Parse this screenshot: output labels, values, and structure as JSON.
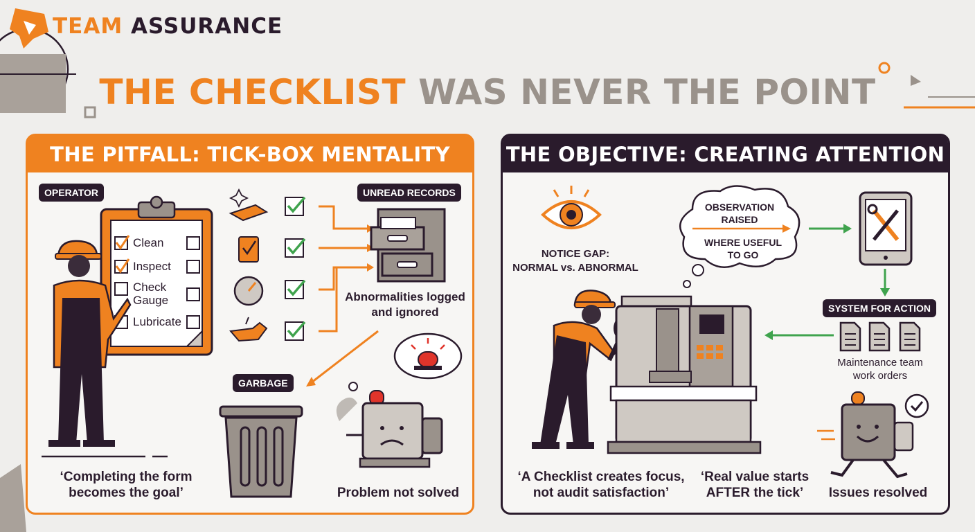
{
  "brand": {
    "name_part1": "TEAM",
    "name_part2": "ASSURANCE"
  },
  "title": {
    "highlight": "THE CHECKLIST",
    "rest": "WAS NEVER THE POINT"
  },
  "left_panel": {
    "heading": "THE PITFALL: TICK-BOX MENTALITY",
    "operator_tag": "OPERATOR",
    "checklist_items": [
      "Clean",
      "Inspect",
      "Check",
      "Gauge",
      "Lubricate"
    ],
    "unread_tag": "UNREAD RECORDS",
    "abnormalities_text": [
      "Abnormalities logged",
      "and ignored"
    ],
    "garbage_tag": "GARBAGE",
    "quote": [
      "‘Completing the form",
      "becomes the goal’"
    ],
    "problem_text": "Problem not solved"
  },
  "right_panel": {
    "heading": "THE OBJECTIVE: CREATING ATTENTION",
    "notice_text": [
      "NOTICE GAP:",
      "NORMAL vs. ABNORMAL"
    ],
    "observation_text": [
      "OBSERVATION",
      "RAISED"
    ],
    "where_text": [
      "WHERE USEFUL",
      "TO GO"
    ],
    "system_tag": "SYSTEM FOR ACTION",
    "maintenance_text": [
      "Maintenance team",
      "work orders"
    ],
    "quote1": [
      "‘A Checklist creates focus,",
      "not audit satisfaction’"
    ],
    "quote2": [
      "‘Real value starts",
      "AFTER the tick’"
    ],
    "resolved_text": "Issues resolved"
  },
  "colors": {
    "orange": "#ef8220",
    "dark": "#2a1b2c",
    "grey": "#9a928b",
    "green": "#3fa34d",
    "red": "#e0342b"
  },
  "icons": [
    "logo-mark-icon",
    "checkmark-icon",
    "filing-cabinet-icon",
    "trash-can-icon",
    "alarm-siren-icon",
    "eye-icon",
    "thought-cloud-icon",
    "tablet-tools-icon",
    "document-icon",
    "machine-icon",
    "magnifier-icon"
  ]
}
